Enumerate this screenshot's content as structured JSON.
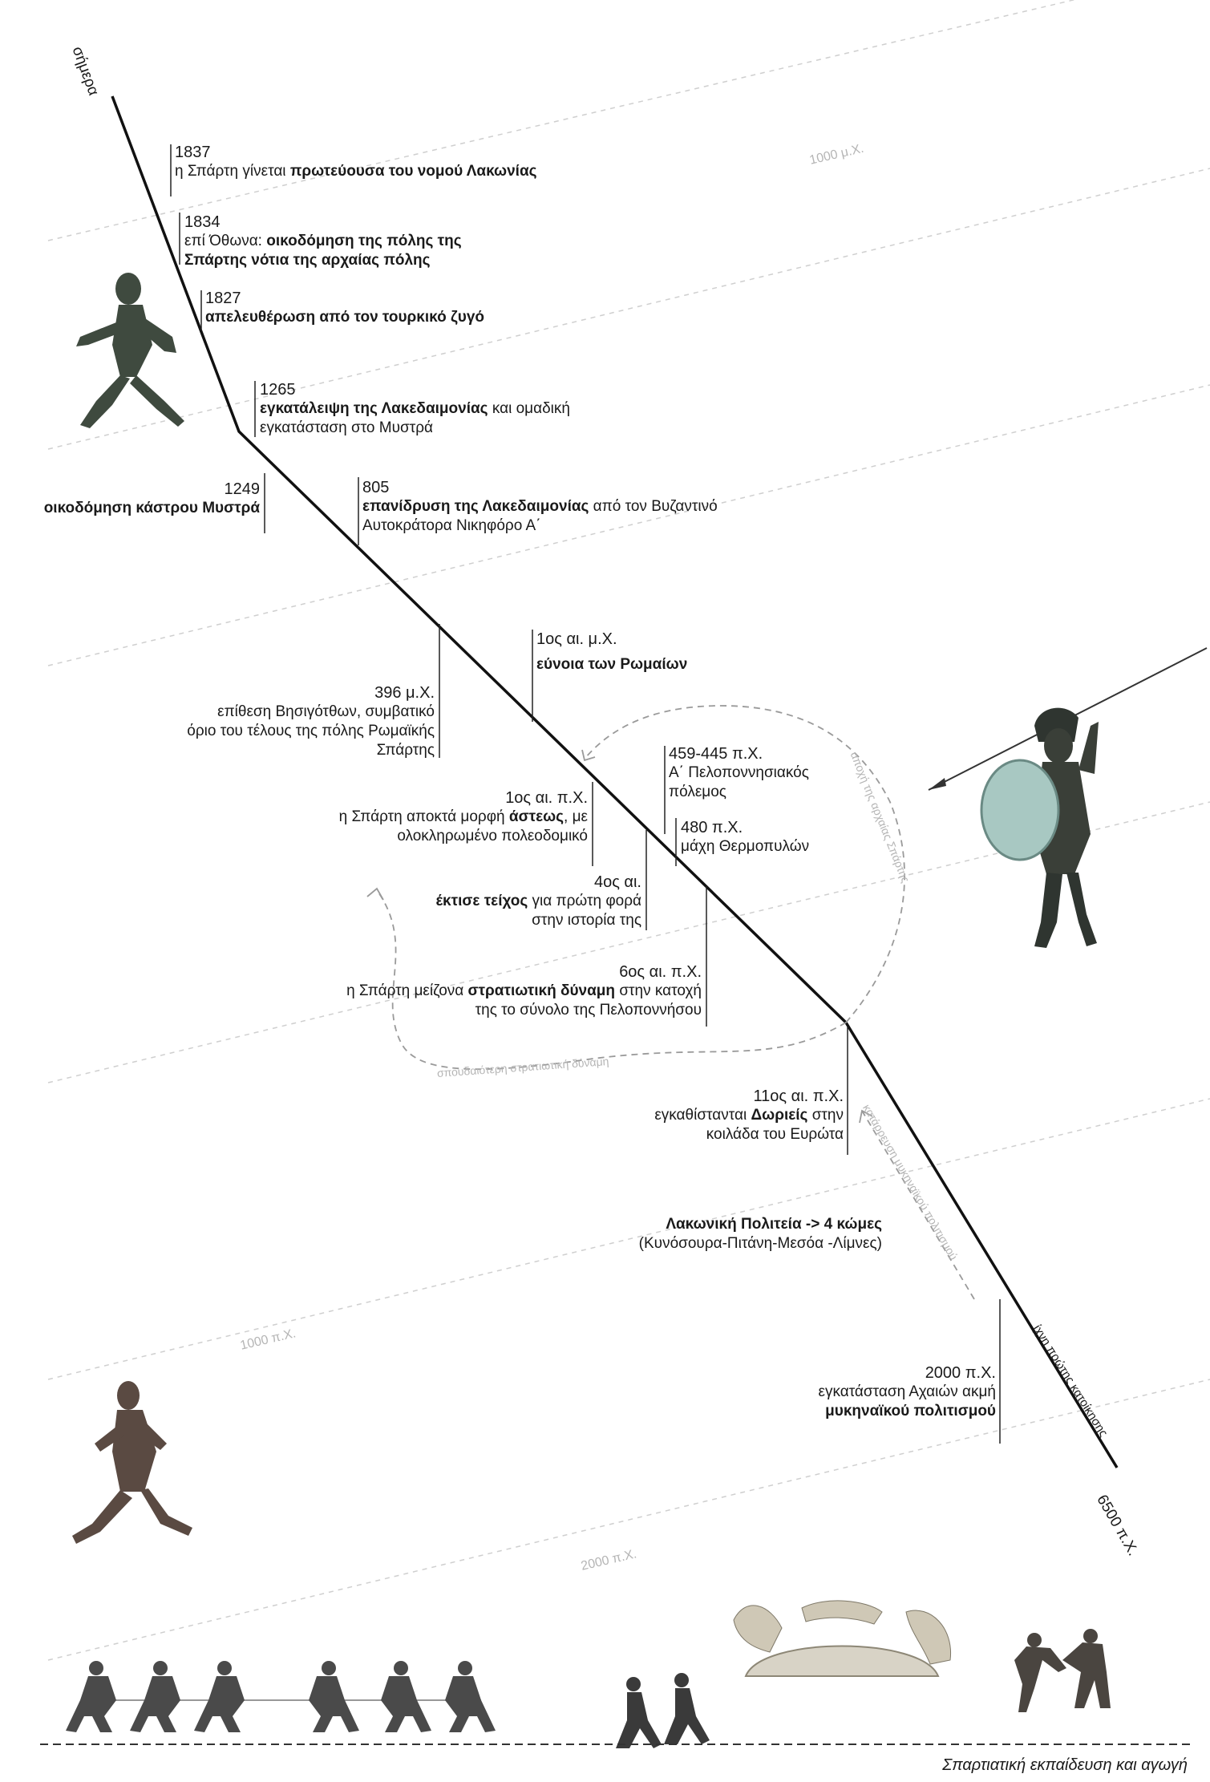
{
  "top_label": "σήμερα",
  "bottom_label": "6500 π.Χ.",
  "caption": "Σπαρτιατική εκπαίδευση και αγωγή",
  "guides": {
    "g1000ad": "1000 μ.Χ.",
    "g1000bc": "1000 π.Χ.",
    "g2000bc": "2000 π.Χ."
  },
  "arrows": {
    "left": "σπουδαιότερη στρατιωτική δύναμη",
    "right": "αποχή της αρχαίας Σπάρτης",
    "lower": "κατάρρευση μυκηναϊκού πολιτισμού",
    "axis": "ίχνη πρώτης κατοίκησης"
  },
  "events": [
    {
      "year": "1837",
      "text_pre": "η Σπάρτη γίνεται ",
      "text_bold": "πρωτεύουσα του νομού Λακωνίας",
      "text_post": ""
    },
    {
      "year": "1834",
      "text_pre": "επί Όθωνα: ",
      "text_bold": "οικοδόμηση της πόλης της Σπάρτης νότια της αρχαίας πόλης",
      "text_post": ""
    },
    {
      "year": "1827",
      "text_pre": "",
      "text_bold": "απελευθέρωση από τον τουρκικό ζυγό",
      "text_post": ""
    },
    {
      "year": "1265",
      "text_pre": "",
      "text_bold": "εγκατάλειψη της Λακεδαιμονίας",
      "text_post": " και ομαδική εγκατάσταση στο Μυστρά"
    },
    {
      "year": "1249",
      "text_pre": "",
      "text_bold": "οικοδόμηση κάστρου Μυστρά",
      "text_post": ""
    },
    {
      "year": "805",
      "text_pre": "",
      "text_bold": "επανίδρυση της Λακεδαιμονίας",
      "text_post": " από τον Βυζαντινό Αυτοκράτορα Νικηφόρο Α΄"
    },
    {
      "year": "1ος αι. μ.Χ.",
      "text_pre": "",
      "text_bold": "εύνοια των Ρωμαίων",
      "text_post": ""
    },
    {
      "year": "396 μ.Χ.",
      "text_pre": "επίθεση Βησιγότθων, συμβατικό όριο του τέλους της πόλης Ρωμαϊκής Σπάρτης",
      "text_bold": "",
      "text_post": ""
    },
    {
      "year": "459-445 π.Χ.",
      "text_pre": "Α΄ Πελοποννησιακός πόλεμος",
      "text_bold": "",
      "text_post": ""
    },
    {
      "year": "1ος αι. π.Χ.",
      "text_pre": "η Σπάρτη αποκτά μορφή ",
      "text_bold": "άστεως",
      "text_post": ", με ολοκληρωμένο πολεοδομικό"
    },
    {
      "year": "480 π.Χ.",
      "text_pre": "μάχη Θερμοπυλών",
      "text_bold": "",
      "text_post": ""
    },
    {
      "year": "4ος αι.",
      "text_pre": "",
      "text_bold": "έκτισε τείχος",
      "text_post": " για πρώτη φορά στην ιστορία της"
    },
    {
      "year": "6ος αι. π.Χ.",
      "text_pre": "η Σπάρτη μείζονα ",
      "text_bold": "στρατιωτική δύναμη",
      "text_post": " στην κατοχή της το σύνολο της Πελοποννήσου"
    },
    {
      "year": "11ος αι. π.Χ.",
      "text_pre": "εγκαθίστανται ",
      "text_bold": "Δωριείς",
      "text_post": " στην κοιλάδα του Ευρώτα"
    },
    {
      "year": "",
      "text_pre": "",
      "text_bold": "Λακωνική Πολιτεία -> 4 κώμες",
      "text_post": " (Κυνόσουρα-Πιτάνη-Μεσόα -Λίμνες)"
    },
    {
      "year": "2000 π.Χ.",
      "text_pre": "εγκατάσταση Αχαιών ακμή ",
      "text_bold": "μυκηναϊκού πολιτισμού",
      "text_post": ""
    }
  ],
  "figures": [
    "bronze-runner-figure",
    "hoplite-warrior-figure",
    "bronze-girl-runner-figure",
    "tug-of-war-figures",
    "runners-figures",
    "acrobats-figures",
    "wrestlers-figures"
  ]
}
